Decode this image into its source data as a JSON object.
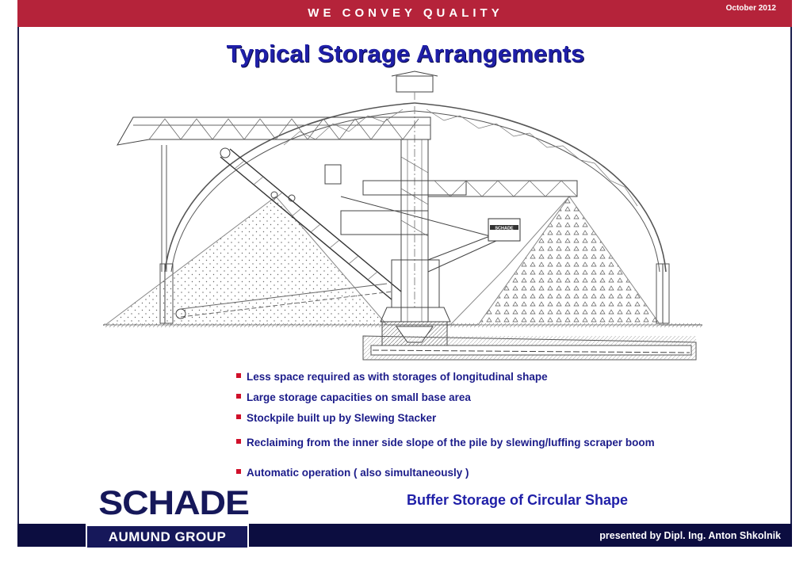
{
  "header": {
    "tagline": "WE CONVEY QUALITY",
    "date": "October 2012"
  },
  "title": "Typical Storage Arrangements",
  "drawing": {
    "machine_logo": "SCHADE"
  },
  "bullets": [
    "Less space required as with storages of longitudinal shape",
    "Large storage capacities on small base area",
    "Stockpile built up by Slewing Stacker",
    "Reclaiming from the inner side slope of the pile by slewing/luffing scraper boom",
    "Automatic operation ( also simultaneously )"
  ],
  "subtitle": "Buffer Storage of Circular Shape",
  "footer": {
    "presenter": "presented by Dipl. Ing. Anton Shkolnik",
    "logo_main": "SCHADE",
    "logo_sub": "AUMUND GROUP"
  },
  "colors": {
    "header_bar": "#b5233a",
    "footer_bar": "#0c0d40",
    "title_text": "#1f1fa8",
    "bullet_marker": "#d0102a"
  }
}
